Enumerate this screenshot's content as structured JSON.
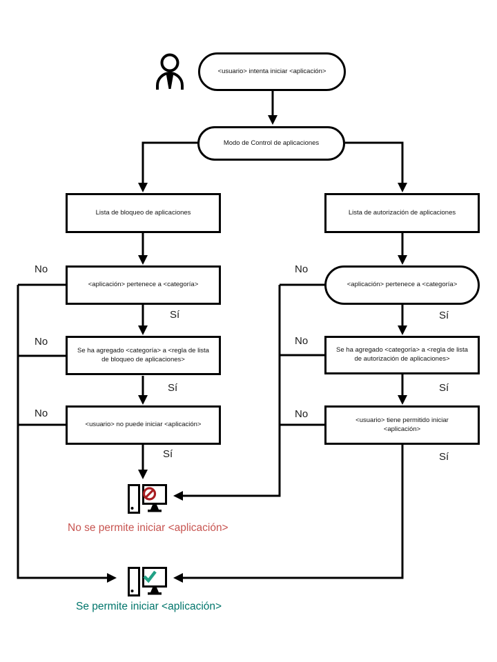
{
  "flowchart": {
    "start": "<usuario> intenta iniciar <aplicación>",
    "mode": "Modo de Control de aplicaciones",
    "denylist": {
      "title": "Lista de bloqueo de aplicaciones",
      "step_category": "<aplicación> pertenece a <categoría>",
      "step_rule": "Se ha agregado <categoría> a <regla de lista de bloqueo de aplicaciones>",
      "step_result": "<usuario> no puede iniciar <aplicación>"
    },
    "allowlist": {
      "title": "Lista de autorización de aplicaciones",
      "step_category": "<aplicación> pertenece a <categoría>",
      "step_rule": "Se ha agregado <categoría> a <regla de lista de autorización de aplicaciones>",
      "step_result": "<usuario> tiene permitido iniciar <aplicación>"
    },
    "labels": {
      "yes": "Sí",
      "no": "No"
    },
    "outcomes": {
      "blocked": "No se permite iniciar <aplicación>",
      "allowed": "Se permite iniciar <aplicación>"
    },
    "icons": [
      "person-icon",
      "blocked-computer-icon",
      "allowed-computer-icon"
    ],
    "colors": {
      "line": "#000000",
      "blocked_text": "#C75450",
      "allowed_text": "#00756B",
      "blocked_sign": "#A81E22",
      "allowed_check": "#21A185"
    }
  }
}
